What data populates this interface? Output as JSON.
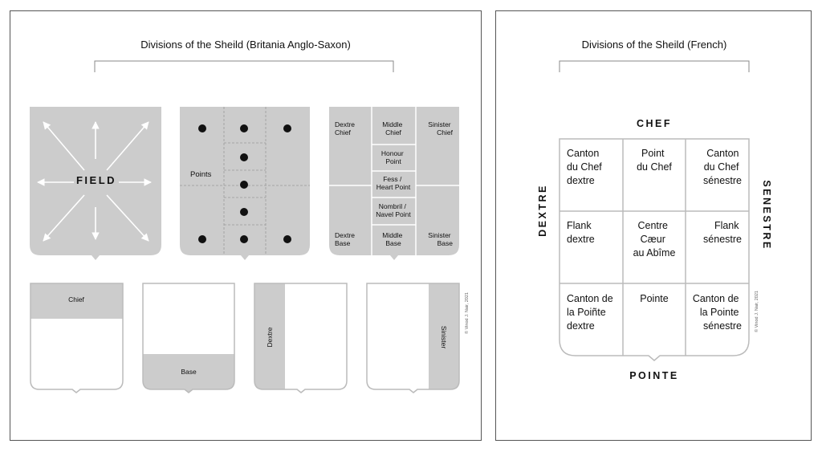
{
  "left": {
    "title": "Divisions of the Sheild (Britania Anglo-Saxon)",
    "field_label": "FIELD",
    "points_label": "Points",
    "grid": {
      "dextre_chief": [
        "Dextre",
        "Chief"
      ],
      "middle_chief": [
        "Middle",
        "Chief"
      ],
      "sinister_chief": [
        "Sinister",
        "Chief"
      ],
      "honour_point": [
        "Honour",
        "Point"
      ],
      "fess_point": [
        "Fess /",
        "Heart Point"
      ],
      "nombril_point": [
        "Nombril /",
        "Navel Point"
      ],
      "dextre_base": [
        "Dextre",
        "Base"
      ],
      "middle_base": [
        "Middle",
        "Base"
      ],
      "sinister_base": [
        "Sinister",
        "Base"
      ]
    },
    "chief_label": "Chief",
    "base_label": "Base",
    "dextre_label": "Dextre",
    "sinister_label": "Sinister",
    "copyright": "© Vinod J. Nair, 2021"
  },
  "right": {
    "title": "Divisions of the Sheild (French)",
    "chef": "CHEF",
    "pointe": "POINTE",
    "dextre": "DEXTRE",
    "senestre": "SENESTRE",
    "cells": {
      "canton_chef_dextre": [
        "Canton",
        "du Chef",
        "dextre"
      ],
      "point_chef": [
        "Point",
        "du Chef"
      ],
      "canton_chef_senestre": [
        "Canton",
        "du Chef",
        "sénestre"
      ],
      "flank_dextre": [
        "Flank",
        "dextre"
      ],
      "centre": [
        "Centre",
        "Cæur",
        "au Abîme"
      ],
      "flank_senestre": [
        "Flank",
        "sénestre"
      ],
      "canton_pointe_dextre": [
        "Canton de",
        "la Poiñte",
        "dextre"
      ],
      "pointe": [
        "Pointe"
      ],
      "canton_pointe_senestre": [
        "Canton de",
        "la Pointe",
        "sénestre"
      ]
    },
    "copyright": "© Vinod J. Nair, 2021"
  },
  "colors": {
    "fill": "#cccccc",
    "stroke": "#bbbbbb",
    "text": "#111111",
    "border": "#555555"
  }
}
